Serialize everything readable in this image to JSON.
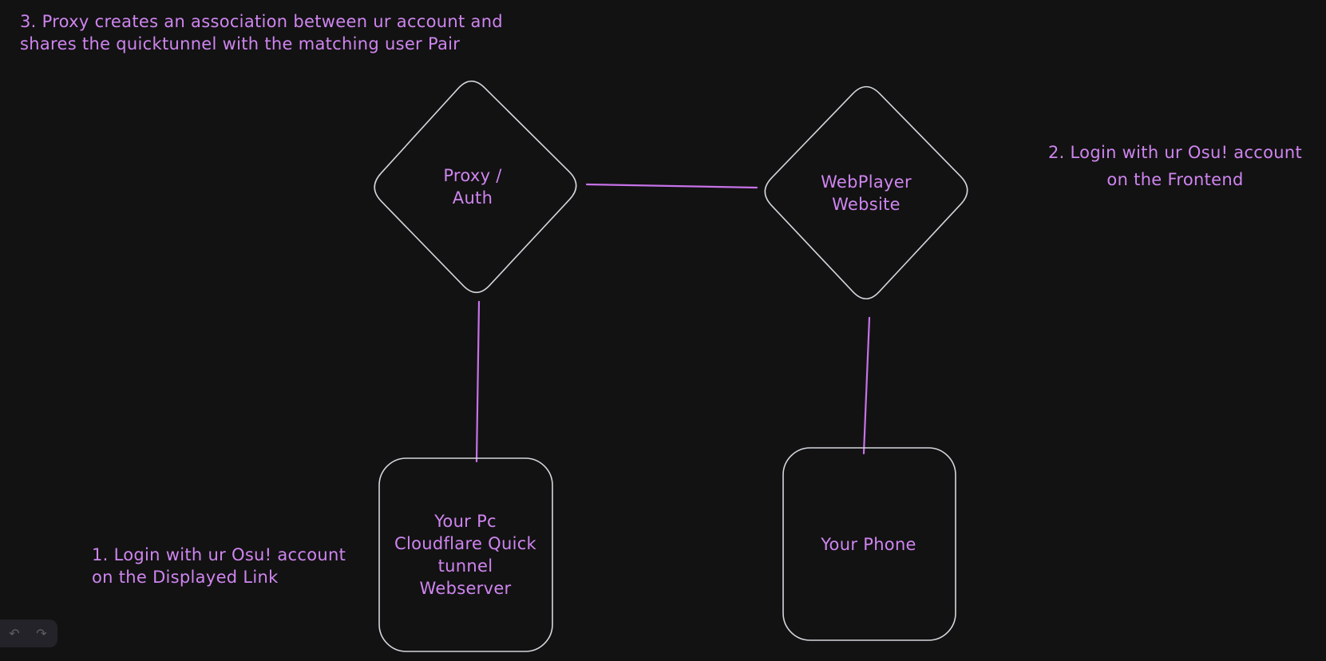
{
  "canvas": {
    "background_color": "#121212",
    "shape_stroke_color": "#d3d6dc",
    "accent_color": "#cf85f0",
    "connector_color": "#c772e8",
    "island_color": "#232329"
  },
  "nodes": {
    "proxy_auth": {
      "shape": "diamond",
      "label": "Proxy /\nAuth"
    },
    "webplayer": {
      "shape": "diamond",
      "label": "WebPlayer\nWebsite"
    },
    "your_pc": {
      "shape": "rounded-rect",
      "label": "Your Pc\nCloudflare Quick\ntunnel\nWebserver"
    },
    "your_phone": {
      "shape": "rounded-rect",
      "label": "Your Phone"
    }
  },
  "edges": [
    {
      "from": "proxy_auth",
      "to": "webplayer",
      "style": "plain-line"
    },
    {
      "from": "proxy_auth",
      "to": "your_pc",
      "style": "plain-line"
    },
    {
      "from": "webplayer",
      "to": "your_phone",
      "style": "plain-line"
    }
  ],
  "annotations": {
    "step3": {
      "text": "3. Proxy creates an association between ur account and\n shares the quicktunnel with the matching user Pair"
    },
    "step2": {
      "text": "2. Login with ur Osu! account\non the Frontend"
    },
    "step1": {
      "text": "1. Login with ur Osu! account\non the Displayed Link"
    }
  },
  "toolbar": {
    "undo_icon": "↶",
    "redo_icon": "↷"
  }
}
